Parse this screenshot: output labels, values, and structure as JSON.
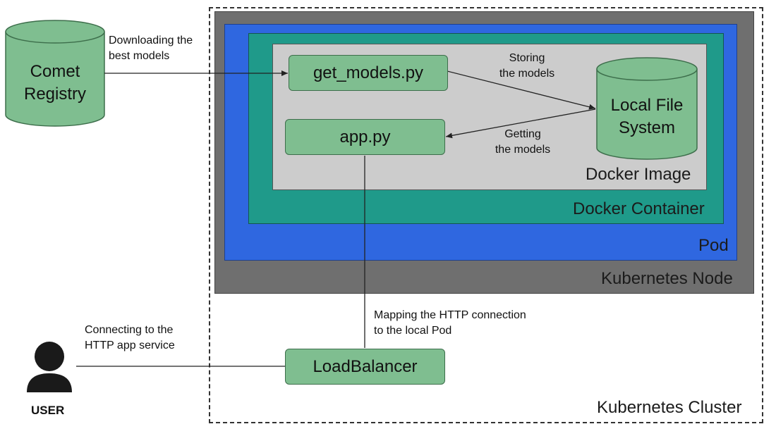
{
  "containers": {
    "cluster_label": "Kubernetes Cluster",
    "node_label": "Kubernetes Node",
    "pod_label": "Pod",
    "container_label": "Docker Container",
    "image_label": "Docker Image"
  },
  "processes": {
    "get_models": "get_models.py",
    "app": "app.py",
    "load_balancer": "LoadBalancer"
  },
  "stores": {
    "comet_registry_line1": "Comet",
    "comet_registry_line2": "Registry",
    "local_fs_line1": "Local File",
    "local_fs_line2": "System"
  },
  "edges": {
    "download_line1": "Downloading the",
    "download_line2": "best models",
    "storing_line1": "Storing",
    "storing_line2": "the models",
    "getting_line1": "Getting",
    "getting_line2": "the models",
    "mapping_line1": "Mapping the HTTP connection",
    "mapping_line2": "to the local Pod",
    "connecting_line1": "Connecting to the",
    "connecting_line2": "HTTP app service"
  },
  "user": {
    "label": "USER",
    "icon": "user-icon"
  },
  "colors": {
    "node": "#6f6f6f",
    "pod": "#2f67e0",
    "container": "#1f9a8a",
    "image": "#cccccc",
    "process": "#7fbe90"
  }
}
